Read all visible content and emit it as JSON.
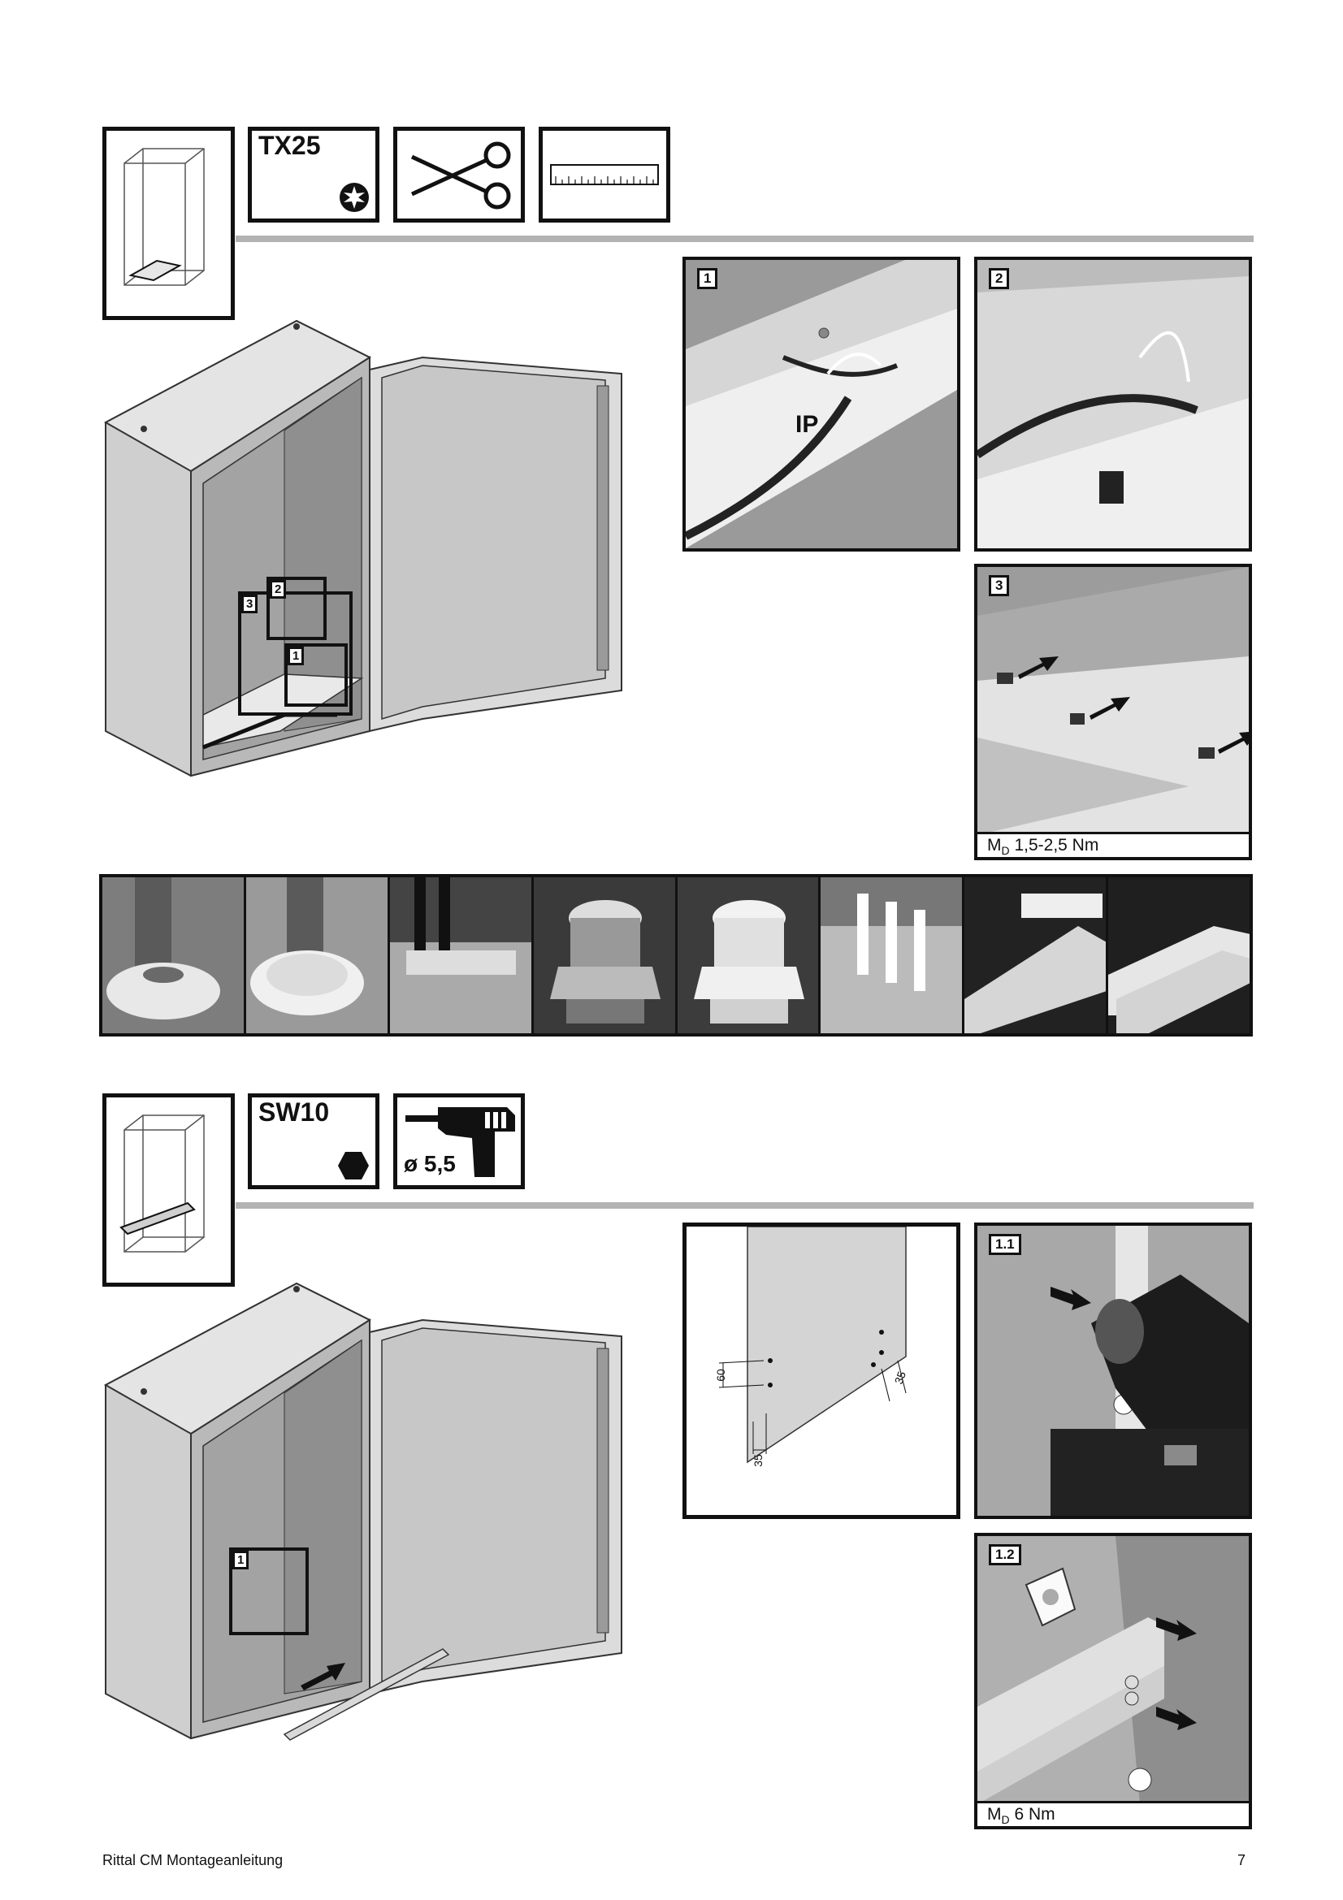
{
  "section1": {
    "tools": {
      "torx_label": "TX25"
    },
    "details": [
      {
        "step": "1",
        "label": "IP"
      },
      {
        "step": "2"
      },
      {
        "step": "3",
        "torque": "1,5-2,5 Nm"
      }
    ],
    "callouts": [
      "1",
      "2",
      "3"
    ]
  },
  "section2": {
    "tools": {
      "wrench_label": "SW10",
      "drill_label": "ø 5,5"
    },
    "dims": [
      "60",
      "35",
      "35"
    ],
    "details": [
      {
        "step": "1.1"
      },
      {
        "step": "1.2",
        "torque": "6 Nm"
      }
    ],
    "callouts": [
      "1"
    ]
  },
  "torque_prefix": "M",
  "torque_sub": "D",
  "footer": {
    "title": "Rittal CM Montageanleitung",
    "page": "7"
  }
}
